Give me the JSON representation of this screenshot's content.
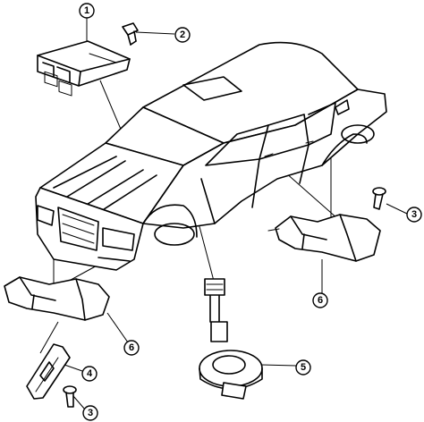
{
  "callouts": [
    {
      "id": "c1",
      "label": "1"
    },
    {
      "id": "c2",
      "label": "2"
    },
    {
      "id": "c3a",
      "label": "3"
    },
    {
      "id": "c6a",
      "label": "6"
    },
    {
      "id": "c6b",
      "label": "6"
    },
    {
      "id": "c4",
      "label": "4"
    },
    {
      "id": "c5",
      "label": "5"
    },
    {
      "id": "c3b",
      "label": "3"
    }
  ]
}
